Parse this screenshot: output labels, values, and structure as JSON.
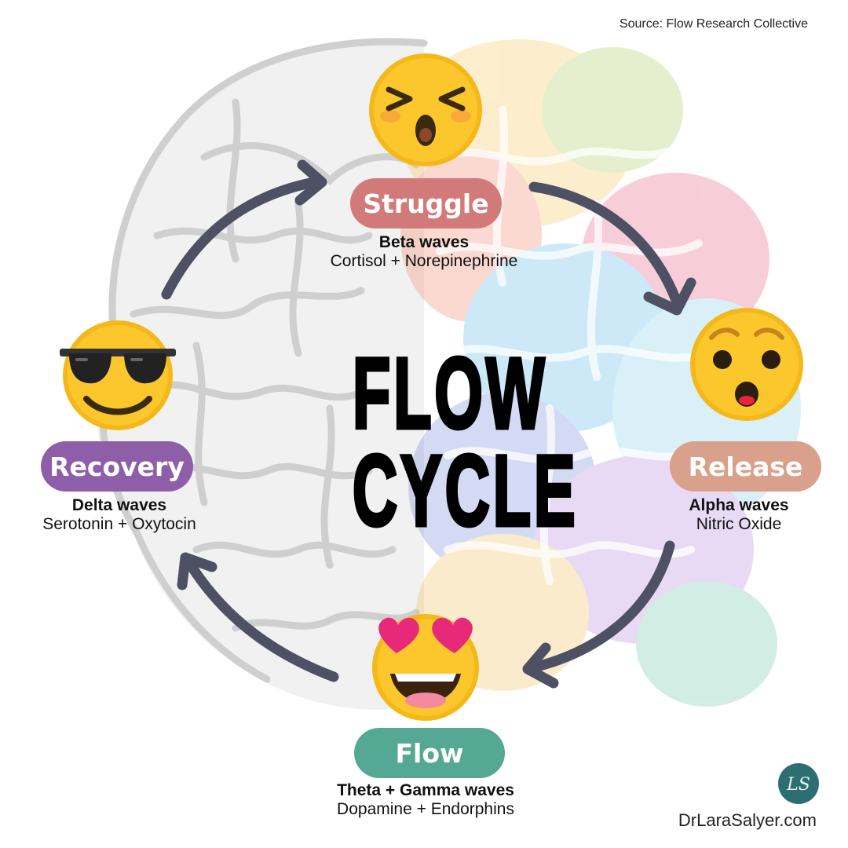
{
  "source": "Source: Flow Research Collective",
  "title": {
    "line1": "FLOW",
    "line2": "CYCLE"
  },
  "stages": {
    "struggle": {
      "label": "Struggle",
      "waves": "Beta waves",
      "chemicals": "Cortisol + Norepinephrine",
      "color": "#d27a7a",
      "emoji": "squinting-face-icon"
    },
    "release": {
      "label": "Release",
      "waves": "Alpha waves",
      "chemicals": "Nitric Oxide",
      "color": "#d9a08c",
      "emoji": "surprised-face-icon"
    },
    "flow": {
      "label": "Flow",
      "waves": "Theta + Gamma waves",
      "chemicals": "Dopamine + Endorphins",
      "color": "#55a893",
      "emoji": "heart-eyes-face-icon"
    },
    "recovery": {
      "label": "Recovery",
      "waves": "Delta waves",
      "chemicals": "Serotonin + Oxytocin",
      "color": "#8e5ea8",
      "emoji": "sunglasses-face-icon"
    }
  },
  "arrow_color": "#4d5163",
  "website": "DrLaraSalyer.com",
  "logo": {
    "monogram": "LS",
    "color": "#2d6e72"
  }
}
